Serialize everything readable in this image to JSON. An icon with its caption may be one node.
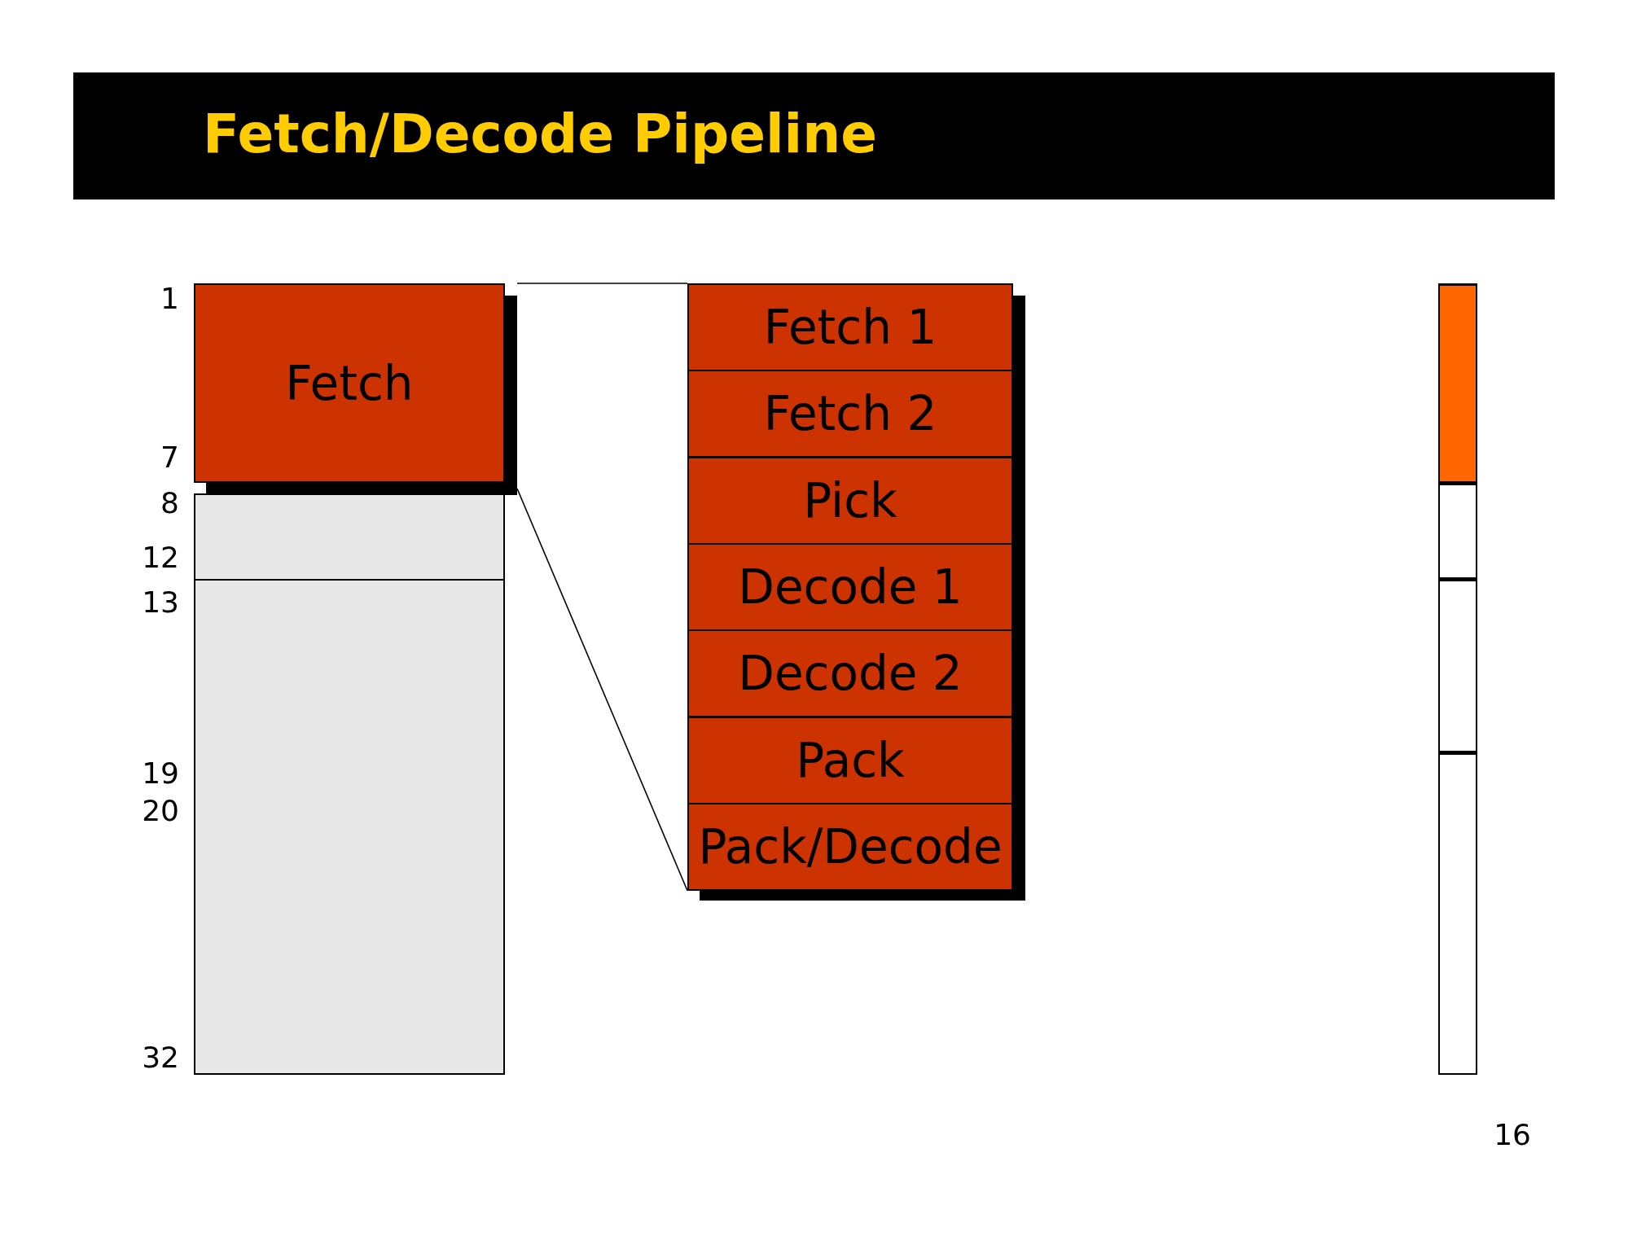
{
  "diagram": {
    "title": "Fetch/Decode Pipeline",
    "nodes": [
      {
        "text": [
          "Fetch"
        ]
      },
      {
        "text": [],
        "shape": "box"
      },
      {
        "text": [],
        "shape": "box"
      },
      {
        "text": [
          "Fetch 1"
        ]
      },
      {
        "text": [
          "Fetch 2"
        ]
      },
      {
        "text": [
          "Pick"
        ]
      },
      {
        "text": [
          "Decode 1"
        ]
      },
      {
        "text": [
          "Decode 2"
        ]
      },
      {
        "text": [
          "Pack"
        ]
      },
      {
        "text": [
          "Pack/Decode"
        ]
      },
      {
        "text": [],
        "shape": "bar"
      },
      {
        "text": [],
        "shape": "bar"
      },
      {
        "text": [],
        "shape": "bar"
      },
      {
        "text": [],
        "shape": "bar"
      }
    ],
    "edges": [
      {
        "from": 0,
        "to": 3,
        "arrow": "none"
      },
      {
        "from": 0,
        "to": 9,
        "arrow": "none"
      }
    ],
    "labels": [
      "1",
      "7",
      "8",
      "12",
      "13",
      "19",
      "20",
      "32",
      "16"
    ]
  }
}
